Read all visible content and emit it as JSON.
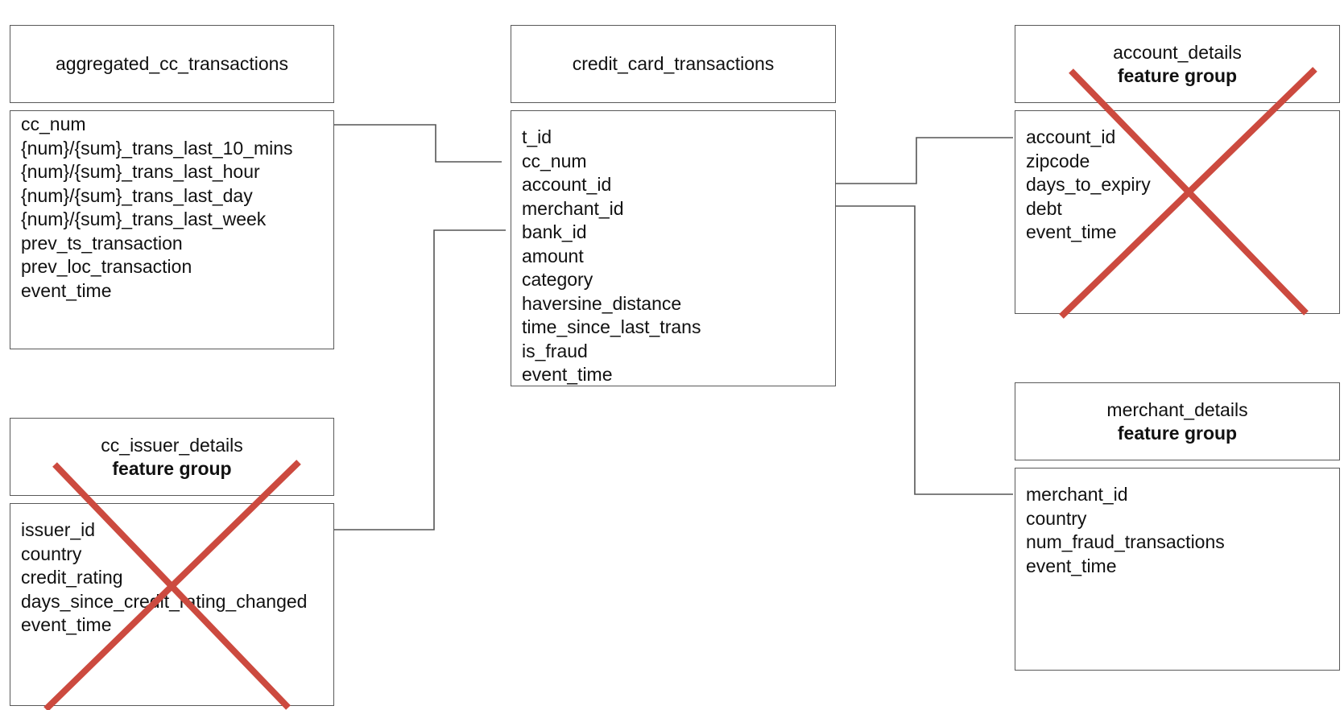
{
  "tables": {
    "aggregated": {
      "title": "aggregated_cc_transactions",
      "fields": [
        "cc_num",
        "{num}/{sum}_trans_last_10_mins",
        "{num}/{sum}_trans_last_hour",
        "{num}/{sum}_trans_last_day",
        "{num}/{sum}_trans_last_week",
        "prev_ts_transaction",
        "prev_loc_transaction",
        "event_time"
      ]
    },
    "credit_card": {
      "title": "credit_card_transactions",
      "fields": [
        "t_id",
        "cc_num",
        "account_id",
        "merchant_id",
        "bank_id",
        "amount",
        "category",
        "haversine_distance",
        "time_since_last_trans",
        "is_fraud",
        "event_time"
      ]
    },
    "account": {
      "title": "account_details",
      "subtitle": "feature group",
      "fields": [
        "account_id",
        "zipcode",
        "days_to_expiry",
        "debt",
        "event_time"
      ],
      "crossed_out": true
    },
    "cc_issuer": {
      "title": "cc_issuer_details",
      "subtitle": "feature group",
      "fields": [
        "issuer_id",
        "country",
        "credit_rating",
        "days_since_credit_rating_changed",
        "event_time"
      ],
      "crossed_out": true
    },
    "merchant": {
      "title": "merchant_details",
      "subtitle": "feature group",
      "fields": [
        "merchant_id",
        "country",
        "num_fraud_transactions",
        "event_time"
      ],
      "crossed_out": false
    }
  },
  "colors": {
    "line": "#555555",
    "cross": "#cc4a3f",
    "border": "#595959"
  }
}
